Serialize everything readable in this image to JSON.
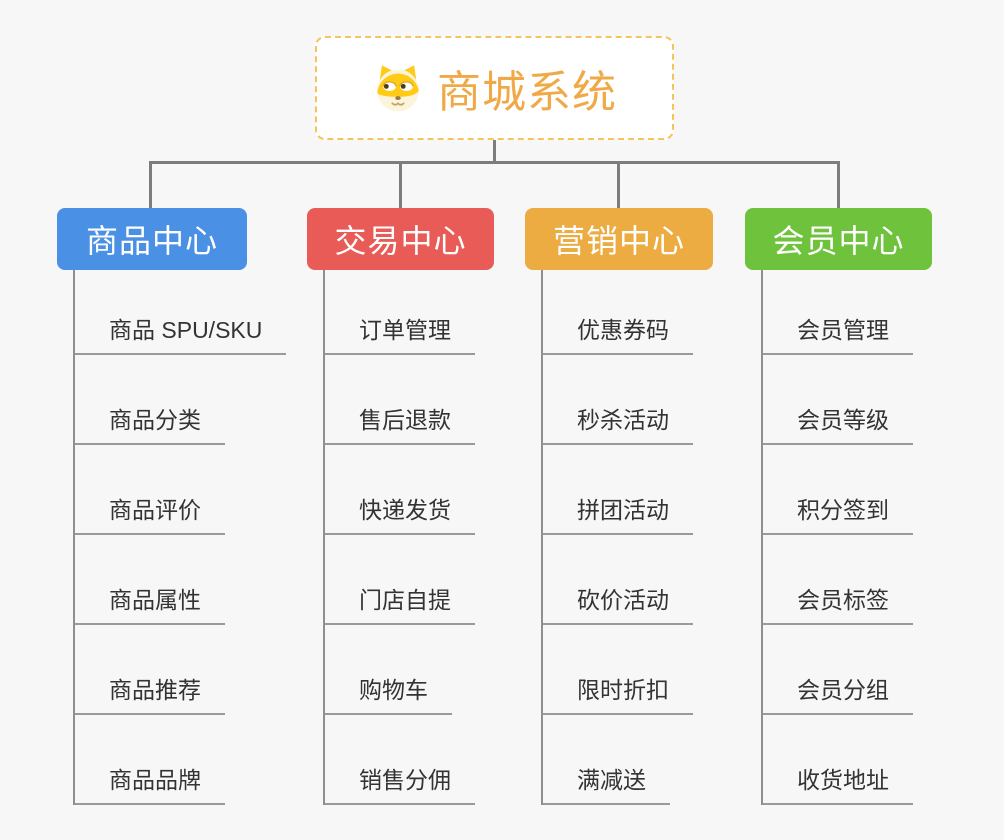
{
  "root": {
    "title": "商城系统",
    "accent_color": "#F0A947",
    "border_color": "#F6C45C",
    "icon": "shiba-dog-icon"
  },
  "background_color": "#F7F7F7",
  "connector_color": "#7D7D7D",
  "underline_color": "#9A9A9A",
  "branches": [
    {
      "label": "商品中心",
      "color": "#4A90E4",
      "children": [
        "商品 SPU/SKU",
        "商品分类",
        "商品评价",
        "商品属性",
        "商品推荐",
        "商品品牌"
      ]
    },
    {
      "label": "交易中心",
      "color": "#E85B57",
      "children": [
        "订单管理",
        "售后退款",
        "快递发货",
        "门店自提",
        "购物车",
        "销售分佣"
      ]
    },
    {
      "label": "营销中心",
      "color": "#ECAC41",
      "children": [
        "优惠券码",
        "秒杀活动",
        "拼团活动",
        "砍价活动",
        "限时折扣",
        "满减送"
      ]
    },
    {
      "label": "会员中心",
      "color": "#6FC23C",
      "children": [
        "会员管理",
        "会员等级",
        "积分签到",
        "会员标签",
        "会员分组",
        "收货地址"
      ]
    }
  ]
}
